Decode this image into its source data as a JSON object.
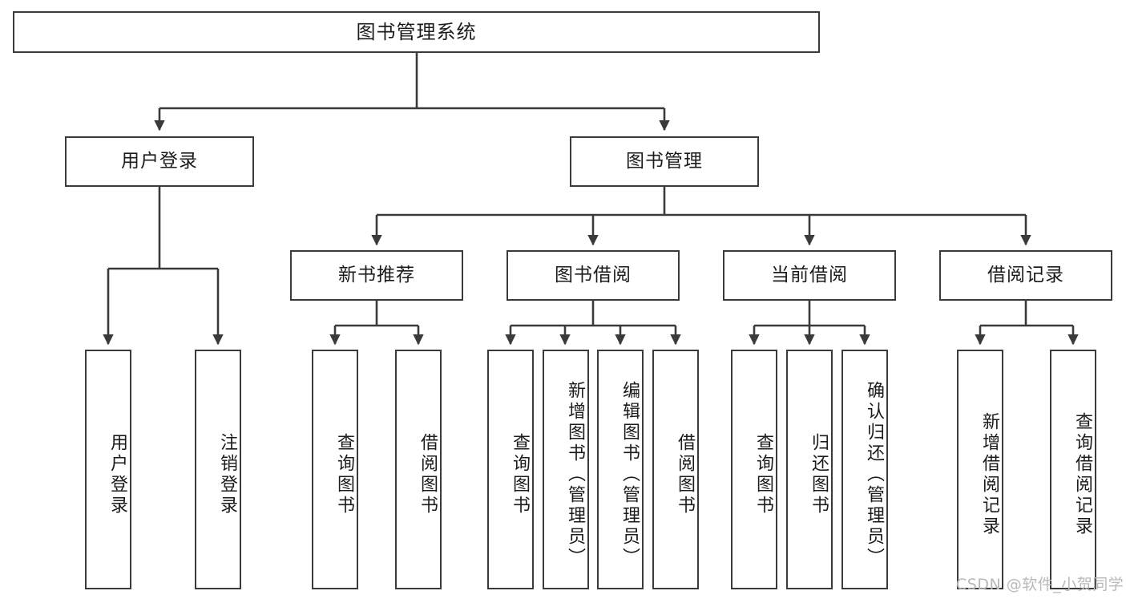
{
  "diagram": {
    "title": "图书管理系统",
    "type": "functional-structure-tree",
    "watermark": "CSDN @软件_小贺同学",
    "colors": {
      "stroke": "#3a3a3a",
      "fill": "#ffffff",
      "text": "#1b1b1b",
      "watermark": "#b9b9b9"
    },
    "levels": {
      "root": {
        "label": "图书管理系统"
      },
      "level2": [
        {
          "label": "用户登录"
        },
        {
          "label": "图书管理"
        }
      ],
      "level3": [
        {
          "label": "新书推荐"
        },
        {
          "label": "图书借阅"
        },
        {
          "label": "当前借阅"
        },
        {
          "label": "借阅记录"
        }
      ],
      "leaves": {
        "user_login": [
          {
            "label": "用户登录"
          },
          {
            "label": "注销登录"
          }
        ],
        "new_book_recommend": [
          {
            "label": "查询图书"
          },
          {
            "label": "借阅图书"
          }
        ],
        "book_borrow": [
          {
            "label": "查询图书"
          },
          {
            "label": "新增图书（管理员）"
          },
          {
            "label": "编辑图书（管理员）"
          },
          {
            "label": "借阅图书"
          }
        ],
        "current_borrow": [
          {
            "label": "查询图书"
          },
          {
            "label": "归还图书"
          },
          {
            "label": "确认归还（管理员）"
          }
        ],
        "borrow_record": [
          {
            "label": "新增借阅记录"
          },
          {
            "label": "查询借阅记录"
          }
        ]
      }
    }
  }
}
